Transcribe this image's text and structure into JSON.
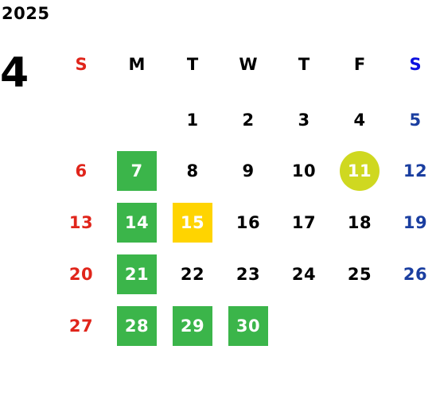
{
  "calendar": {
    "year": "2025",
    "month": "4",
    "colors": {
      "sunday": "#e0251b",
      "saturday": "#1a3ea0",
      "saturday_header": "#0c10e0",
      "weekday": "#000000",
      "highlight_green": "#3bb54a",
      "highlight_yellow": "#ffd400",
      "highlight_lime": "#cfd820",
      "highlight_text": "#ffffff"
    },
    "weekdays": [
      {
        "label": "S",
        "type": "sunday"
      },
      {
        "label": "M",
        "type": "weekday"
      },
      {
        "label": "T",
        "type": "weekday"
      },
      {
        "label": "W",
        "type": "weekday"
      },
      {
        "label": "T",
        "type": "weekday"
      },
      {
        "label": "F",
        "type": "weekday"
      },
      {
        "label": "S",
        "type": "saturday"
      }
    ],
    "weeks": [
      [
        null,
        null,
        {
          "day": "1"
        },
        {
          "day": "2"
        },
        {
          "day": "3"
        },
        {
          "day": "4"
        },
        {
          "day": "5"
        }
      ],
      [
        {
          "day": "6"
        },
        {
          "day": "7",
          "highlight": "green"
        },
        {
          "day": "8"
        },
        {
          "day": "9"
        },
        {
          "day": "10"
        },
        {
          "day": "11",
          "highlight": "lime-circle"
        },
        {
          "day": "12"
        }
      ],
      [
        {
          "day": "13"
        },
        {
          "day": "14",
          "highlight": "green"
        },
        {
          "day": "15",
          "highlight": "yellow"
        },
        {
          "day": "16"
        },
        {
          "day": "17"
        },
        {
          "day": "18"
        },
        {
          "day": "19"
        }
      ],
      [
        {
          "day": "20"
        },
        {
          "day": "21",
          "highlight": "green"
        },
        {
          "day": "22"
        },
        {
          "day": "23"
        },
        {
          "day": "24"
        },
        {
          "day": "25"
        },
        {
          "day": "26"
        }
      ],
      [
        {
          "day": "27"
        },
        {
          "day": "28",
          "highlight": "green"
        },
        {
          "day": "29",
          "highlight": "green"
        },
        {
          "day": "30",
          "highlight": "green"
        },
        null,
        null,
        null
      ]
    ]
  }
}
